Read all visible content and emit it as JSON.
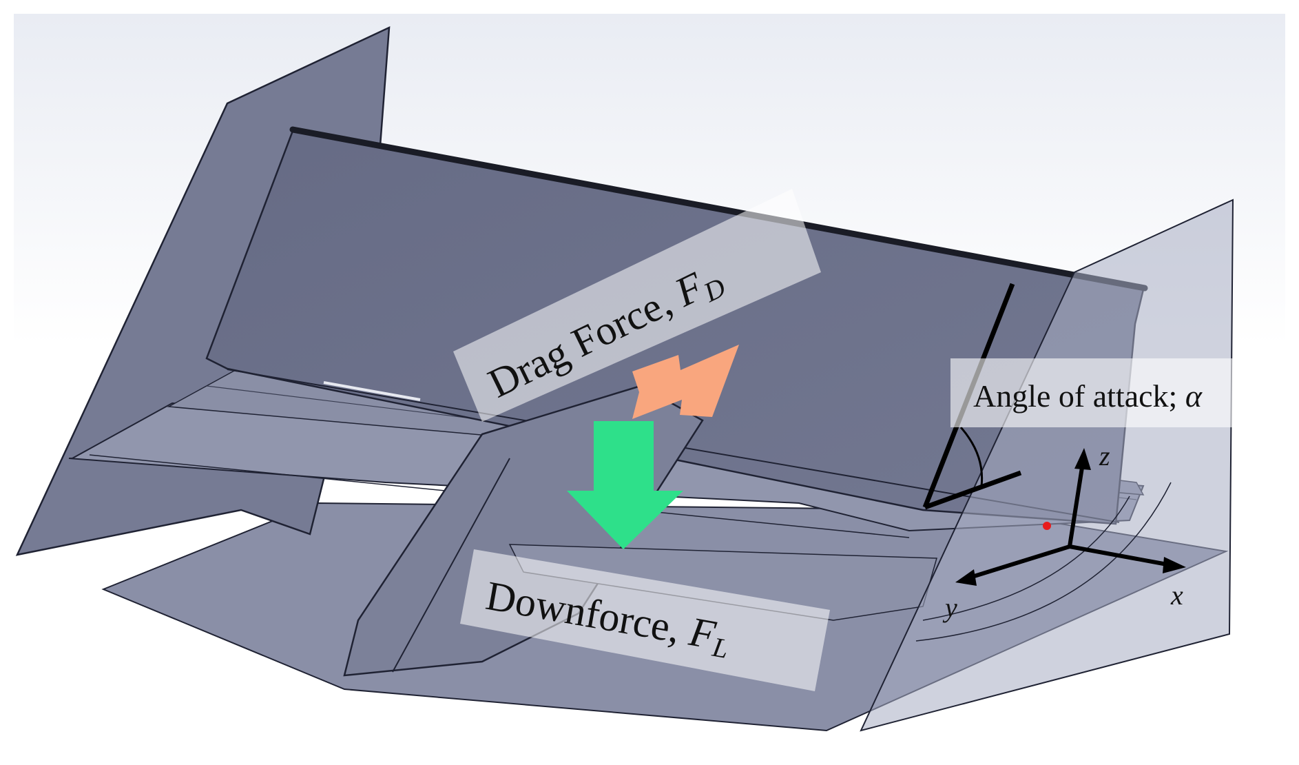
{
  "labels": {
    "drag": {
      "text": "Drag Force, ",
      "symbol": "F",
      "subscript": "D"
    },
    "downforce": {
      "text": "Downforce, ",
      "symbol": "F",
      "subscript": "L"
    },
    "angle": {
      "text": "Angle of attack; ",
      "symbol": "α"
    }
  },
  "axes": {
    "x": "x",
    "y": "y",
    "z": "z"
  },
  "colors": {
    "background_top": "#e9ecf3",
    "background_bottom": "#ffffff",
    "wing_body": "#6e738c",
    "wing_light": "#8f95ad",
    "endplate": "#7a7f98",
    "drag_arrow": "#f9a67e",
    "downforce_arrow": "#2ee08a",
    "reference_point": "#e81c1c",
    "outline": "#1f2233"
  }
}
